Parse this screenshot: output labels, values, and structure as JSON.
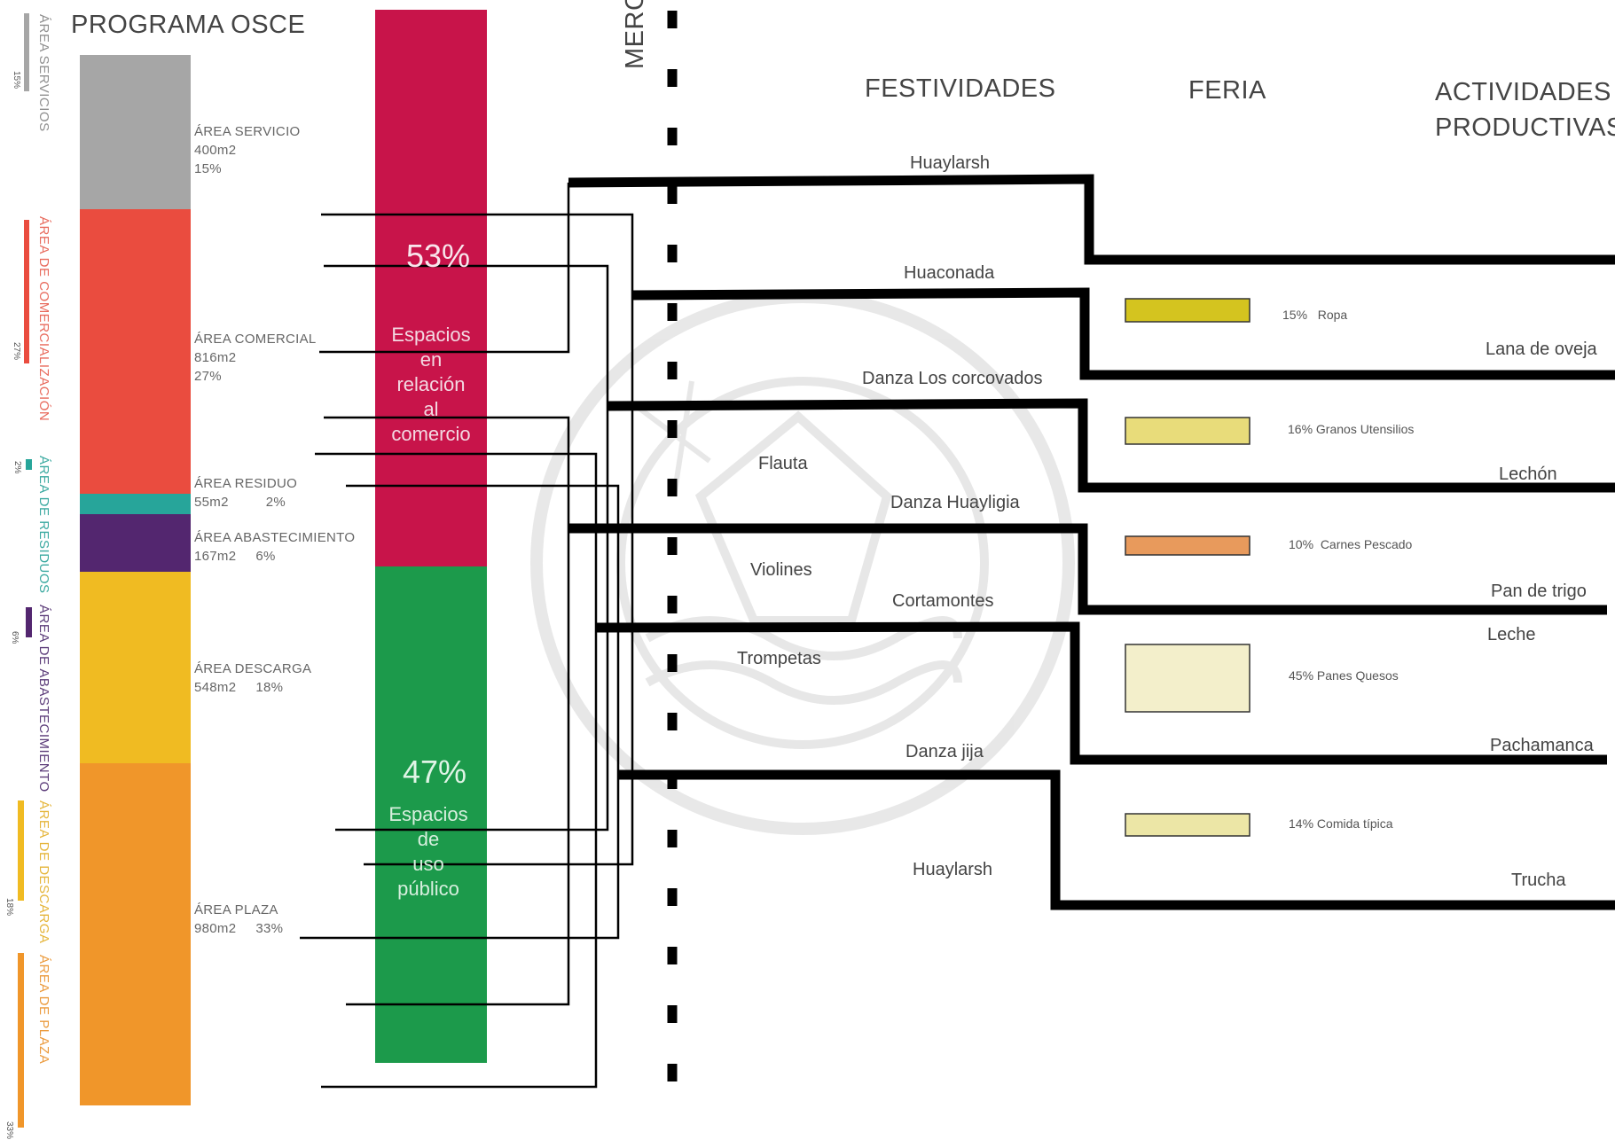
{
  "title": "PROGRAMA OSCE",
  "market_label": "MERC",
  "headers": {
    "festividades": "FESTIVIDADES",
    "feria": "FERIA",
    "actividades_line1": "ACTIVIDADES",
    "actividades_line2": "PRODUCTIVAS"
  },
  "side_labels": [
    {
      "text": "ÁREA SERVICIOS",
      "pct": "15%",
      "color": "#8f8f8f"
    },
    {
      "text": "ÁREA DE COMERCIALIZACIÓN",
      "pct": "27%",
      "color": "#e86a5c"
    },
    {
      "text": "ÁREA DE RESIDUOS",
      "pct": "2%",
      "color": "#3aa9a0"
    },
    {
      "text": "ÁREA DE ABASTECIMIENTO",
      "pct": "6%",
      "color": "#5a3a78"
    },
    {
      "text": "ÁREA DE DESCARGA",
      "pct": "18%",
      "color": "#e5b53a"
    },
    {
      "text": "ÁREA DE PLAZA",
      "pct": "33%",
      "color": "#eb9a3c"
    }
  ],
  "program_areas": [
    {
      "name": "ÁREA SERVICIO",
      "area": "400m2",
      "pct": "15%",
      "color": "#a6a6a6"
    },
    {
      "name": "ÁREA COMERCIAL",
      "area": "816m2",
      "pct": "27%",
      "color": "#ea4c3f"
    },
    {
      "name": "ÁREA RESIDUO",
      "area": "55m2",
      "pct": "2%",
      "color": "#27a59a"
    },
    {
      "name": "ÁREA ABASTECIMIENTO",
      "area": "167m2",
      "pct": "6%",
      "color": "#53266f"
    },
    {
      "name": "ÁREA DESCARGA",
      "area": "548m2",
      "pct": "18%",
      "color": "#f0bb22"
    },
    {
      "name": "ÁREA PLAZA",
      "area": "980m2",
      "pct": "33%",
      "color": "#f0962a"
    }
  ],
  "space_split": [
    {
      "pct": "53%",
      "text": [
        "Espacios",
        "en",
        "relación",
        "al",
        "comercio"
      ],
      "color": "#c8144a"
    },
    {
      "pct": "47%",
      "text": [
        "Espacios",
        "de",
        "uso",
        "público"
      ],
      "color": "#1c9a4b"
    }
  ],
  "festividades": [
    "Huaylarsh",
    "Huaconada",
    "Danza Los corcovados",
    "Flauta",
    "Danza Huayligia",
    "Violines",
    "Cortamontes",
    "Trompetas",
    "Danza jija",
    "Huaylarsh"
  ],
  "feria": [
    {
      "pct": "15%",
      "label": "Ropa",
      "color": "#d4c41f"
    },
    {
      "pct": "16%",
      "label": "Granos Utensilios",
      "color": "#e8dc7a"
    },
    {
      "pct": "10%",
      "label": "Carnes Pescado",
      "color": "#e89a5c"
    },
    {
      "pct": "45%",
      "label": "Panes Quesos",
      "color": "#f3efcb"
    },
    {
      "pct": "14%",
      "label": "Comida típica",
      "color": "#ece6a6"
    }
  ],
  "actividades": [
    "Lana de oveja",
    "Lechón",
    "Pan de trigo",
    "Leche",
    "Pachamanca",
    "Trucha"
  ]
}
